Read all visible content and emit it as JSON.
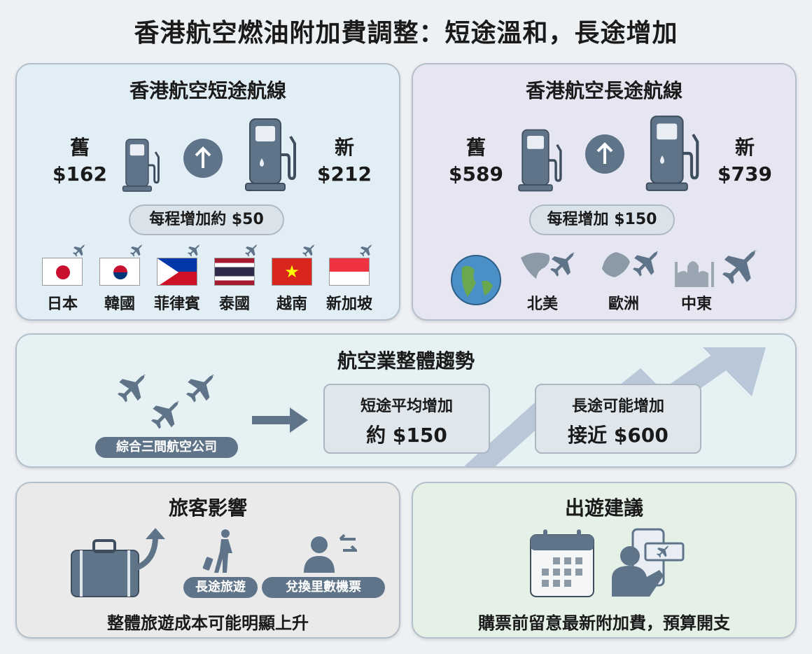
{
  "title": "香港航空燃油附加費調整：短途溫和，長途增加",
  "short_haul": {
    "heading": "香港航空短途航線",
    "old_label": "舊",
    "old_price": "$162",
    "new_label": "新",
    "new_price": "$212",
    "increase": "每程增加約 $50",
    "destinations": [
      "日本",
      "韓國",
      "菲律賓",
      "泰國",
      "越南",
      "新加坡"
    ]
  },
  "long_haul": {
    "heading": "香港航空長途航線",
    "old_label": "舊",
    "old_price": "$589",
    "new_label": "新",
    "new_price": "$739",
    "increase": "每程增加 $150",
    "destinations": [
      "北美",
      "歐洲",
      "中東"
    ]
  },
  "industry": {
    "heading": "航空業整體趨勢",
    "airlines_pill": "綜合三間航空公司",
    "short_label": "短途平均增加",
    "short_value": "約 $150",
    "long_label": "長途可能增加",
    "long_value": "接近 $600"
  },
  "impact": {
    "heading": "旅客影響",
    "tags": [
      "長途旅遊",
      "兌換里數機票"
    ],
    "summary": "整體旅遊成本可能明顯上升"
  },
  "advice": {
    "heading": "出遊建議",
    "summary": "購票前留意最新附加費，預算開支"
  },
  "colors": {
    "icon": "#5f7489",
    "short_bg": "#e2eef6",
    "long_bg": "#e5e6f1",
    "trend_bg": "#e5f1f3",
    "impact_bg": "#eaeaea",
    "advice_bg": "#e5f0e7"
  }
}
